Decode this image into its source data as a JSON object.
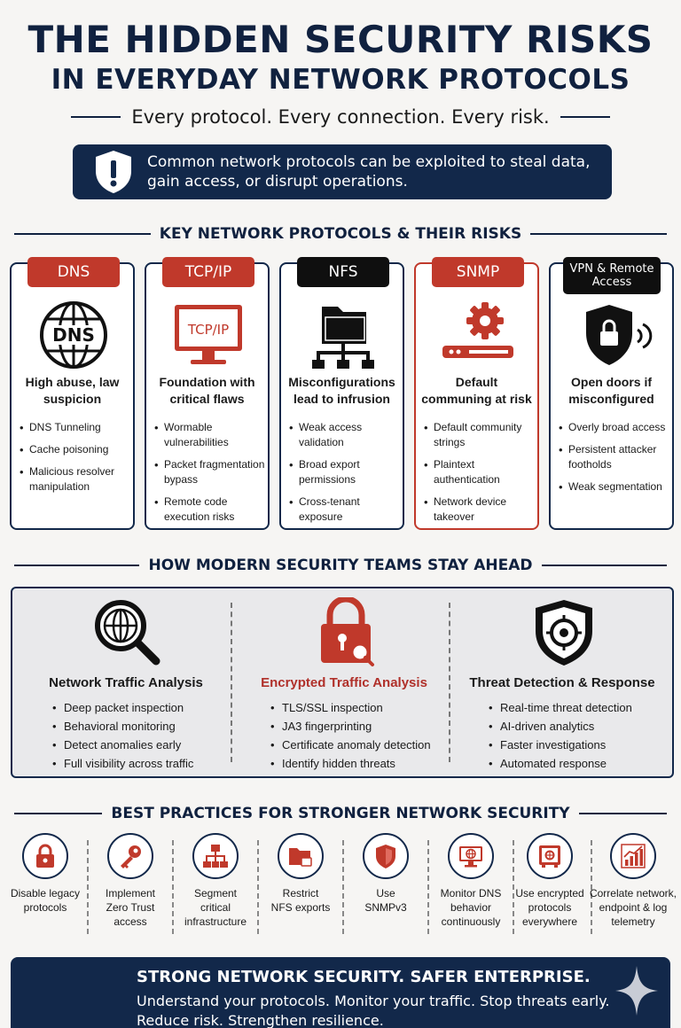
{
  "title": {
    "line1": "THE HIDDEN SECURITY RISKS",
    "line2": "IN EVERYDAY NETWORK PROTOCOLS",
    "subtitle": "Every protocol. Every connection. Every risk."
  },
  "banner": {
    "line1": "Common network protocols can be exploited to steal data,",
    "line2": "gain access, or disrupt operations."
  },
  "protocols_heading": "KEY NETWORK PROTOCOLS & THEIR RISKS",
  "protocols": [
    {
      "tag": "DNS",
      "title": "High abuse, law suspicion",
      "bullets": [
        "DNS Tunneling",
        "Cache poisoning",
        "Malicious resolver manipulation"
      ],
      "icon": "globe-icon",
      "icon_text": "DNS"
    },
    {
      "tag": "TCP/IP",
      "title": "Foundation with critical flaws",
      "bullets": [
        "Wormable vulnerabilities",
        "Packet fragmentation bypass",
        "Remote code execution risks"
      ],
      "icon": "monitor-icon",
      "icon_text": "TCP/IP"
    },
    {
      "tag": "NFS",
      "title": "Misconfigurations lead to infrusion",
      "bullets": [
        "Weak access validation",
        "Broad export permissions",
        "Cross-tenant exposure"
      ],
      "icon": "folder-network-icon"
    },
    {
      "tag": "SNMP",
      "title": "Default communing at risk",
      "bullets": [
        "Default community strings",
        "Plaintext authentication",
        "Network device takeover"
      ],
      "icon": "gear-router-icon"
    },
    {
      "tag": "VPN & Remote Access",
      "title": "Open doors if misconfigured",
      "bullets": [
        "Overly broad access",
        "Persistent attacker footholds",
        "Weak segmentation"
      ],
      "icon": "shield-lock-icon"
    }
  ],
  "teams_heading": "HOW MODERN SECURITY TEAMS STAY AHEAD",
  "teams": [
    {
      "title": "Network Traffic Analysis",
      "bullets": [
        "Deep packet inspection",
        "Behavioral monitoring",
        "Detect anomalies early",
        "Full visibility across traffic"
      ],
      "icon": "magnifier-globe-icon"
    },
    {
      "title": "Encrypted Traffic Analysis",
      "bullets": [
        "TLS/SSL inspection",
        "JA3 fingerprinting",
        "Certificate anomaly detection",
        "Identify hidden threats"
      ],
      "icon": "padlock-search-icon"
    },
    {
      "title": "Threat Detection & Response",
      "bullets": [
        "Real-time threat detection",
        "AI-driven analytics",
        "Faster investigations",
        "Automated response"
      ],
      "icon": "shield-target-icon"
    }
  ],
  "practices_heading": "BEST PRACTICES FOR STRONGER NETWORK SECURITY",
  "practices": [
    {
      "line1": "Disable legacy",
      "line2": "protocols",
      "line3": "",
      "icon": "lock-icon"
    },
    {
      "line1": "Implement",
      "line2": "Zero Trust",
      "line3": "access",
      "icon": "key-icon"
    },
    {
      "line1": "Segment",
      "line2": "critical",
      "line3": "infrastructure",
      "icon": "hierarchy-icon"
    },
    {
      "line1": "Restrict",
      "line2": "NFS exports",
      "line3": "",
      "icon": "folder-lock-icon"
    },
    {
      "line1": "Use",
      "line2": "SNMPv3",
      "line3": "",
      "icon": "shield-icon"
    },
    {
      "line1": "Monitor DNS",
      "line2": "behavior",
      "line3": "continuously",
      "icon": "monitor-globe-icon"
    },
    {
      "line1": "Use encrypted",
      "line2": "protocols",
      "line3": "everywhere",
      "icon": "safe-icon"
    },
    {
      "line1": "Correlate network,",
      "line2": "endpoint & log",
      "line3": "telemetry",
      "icon": "chart-icon"
    }
  ],
  "footer": {
    "line1": "STRONG NETWORK SECURITY. SAFER ENTERPRISE.",
    "line2": "Understand your protocols. Monitor your traffic. Stop threats early.",
    "line3": "Reduce risk. Strengthen resilience."
  },
  "colors": {
    "navy": "#12284a",
    "red": "#c0392b",
    "black": "#0f0f0f"
  }
}
